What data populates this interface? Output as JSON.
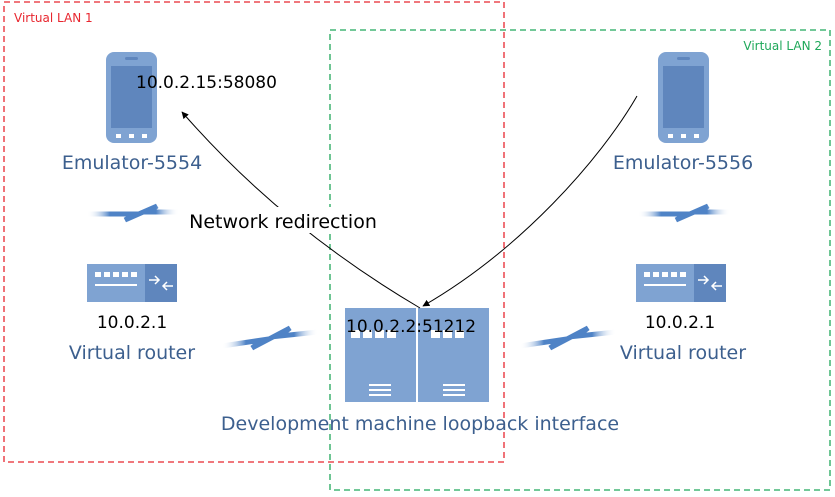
{
  "lans": [
    {
      "label": "Virtual LAN 1",
      "color": "#e8262f"
    },
    {
      "label": "Virtual LAN 2",
      "color": "#1fa85a"
    }
  ],
  "emulators": [
    {
      "name": "Emulator-5554",
      "address": "10.0.2.15:58080"
    },
    {
      "name": "Emulator-5556"
    }
  ],
  "routers": [
    {
      "name": "Virtual router",
      "address": "10.0.2.1"
    },
    {
      "name": "Virtual router",
      "address": "10.0.2.1"
    }
  ],
  "host": {
    "name": "Development machine loopback interface",
    "address": "10.0.2.2:51212"
  },
  "annotation": "Network redirection",
  "colors": {
    "device_fill": "#7fa3d2",
    "device_dark": "#5f86bd",
    "device_text": "#3c5f8e",
    "lightning": "#4f83c6",
    "arrow": "#000000"
  },
  "icons": [
    "smartphone-icon",
    "router-icon",
    "server-icon",
    "lightning-icon"
  ]
}
